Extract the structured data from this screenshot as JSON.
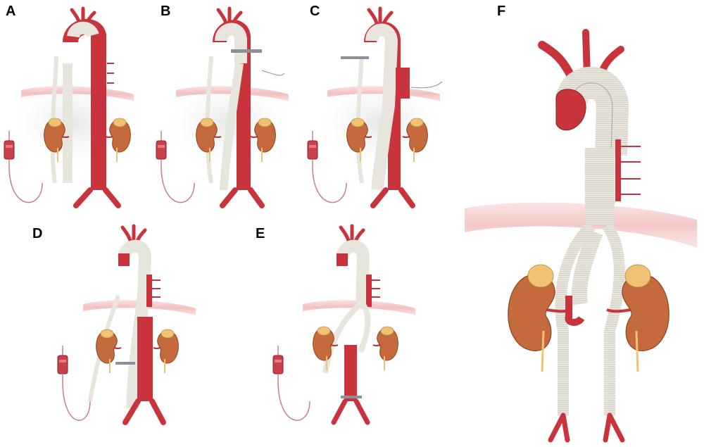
{
  "panels": [
    {
      "id": "A",
      "label": "A",
      "stage": "open-aorta",
      "graft_segments": "bifurcated-limbs"
    },
    {
      "id": "B",
      "label": "B",
      "stage": "arch-clamped"
    },
    {
      "id": "C",
      "label": "C",
      "stage": "stent-graft-deployed"
    },
    {
      "id": "D",
      "label": "D",
      "stage": "visceral-sutured"
    },
    {
      "id": "E",
      "label": "E",
      "stage": "lower-anastomosis"
    },
    {
      "id": "F",
      "label": "F",
      "stage": "final-reconstruction"
    }
  ],
  "colors": {
    "aorta": "#c9343c",
    "aorta_dark": "#8e1f28",
    "graft": "#e8e6dc",
    "graft_stroke": "#a8a596",
    "kidney": "#c46a3c",
    "kidney_dark": "#8a4422",
    "adrenal": "#f0c273",
    "diaphragm": "#f4c4c4",
    "bag": "#c8404a",
    "tube": "#c98080",
    "clamp": "#8d9096"
  },
  "icons": {
    "blood_bag": "blood-bag-icon",
    "clamp": "vascular-clamp-icon",
    "kidney": "kidney-icon"
  }
}
